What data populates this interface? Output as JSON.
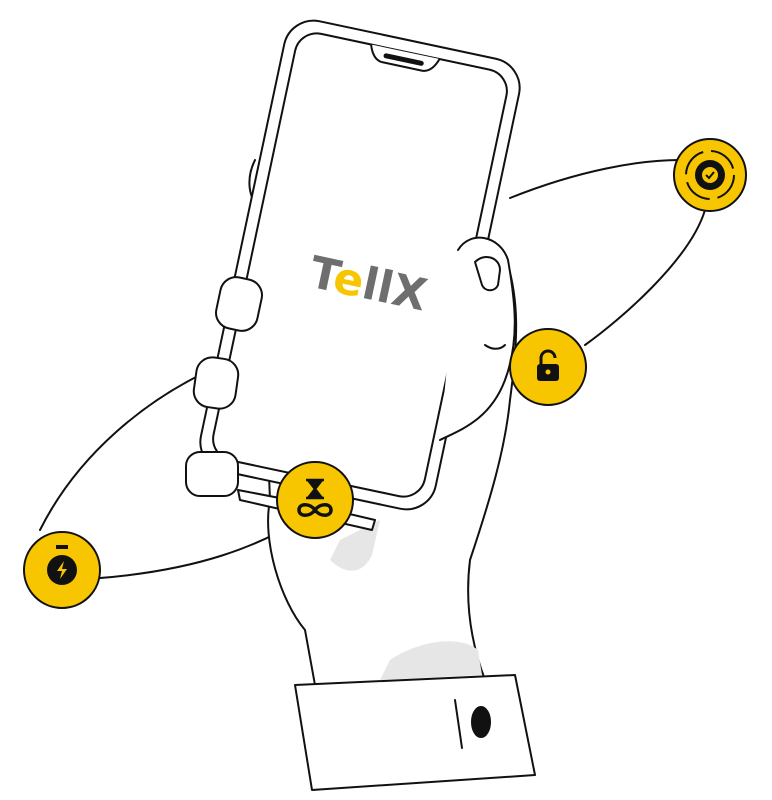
{
  "logo": {
    "text": "TellX",
    "part1": "T",
    "part2": "e",
    "part3": "llX"
  },
  "colors": {
    "accent": "#F7C600",
    "logo_gray": "#6E6E6E",
    "stroke": "#111111",
    "shadow": "#E6E6E6"
  },
  "badges": [
    {
      "icon": "gear-check-icon"
    },
    {
      "icon": "unlock-icon"
    },
    {
      "icon": "hourglass-infinity-icon"
    },
    {
      "icon": "stopwatch-bolt-icon"
    }
  ]
}
